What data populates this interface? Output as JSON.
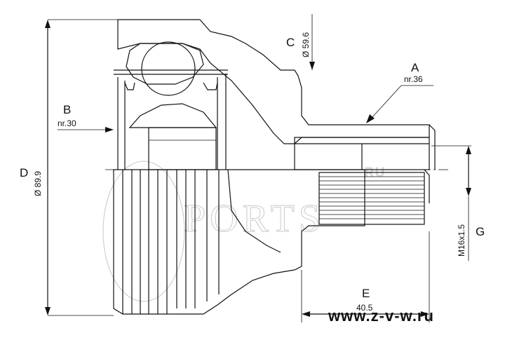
{
  "diagram": {
    "callouts": {
      "A": {
        "letter": "A",
        "value": "nr.36"
      },
      "B": {
        "letter": "B",
        "value": "nr.30"
      },
      "C": {
        "letter": "C",
        "value": "Ø 59.6"
      },
      "D": {
        "letter": "D",
        "value": "Ø 89.9"
      },
      "E": {
        "letter": "E",
        "value": "40.5"
      },
      "G": {
        "letter": "G",
        "value": "M16x1.5"
      }
    },
    "watermark": {
      "brand": "PORTS",
      "suffix": "RU"
    },
    "website": "www.z-v-w.ru"
  }
}
